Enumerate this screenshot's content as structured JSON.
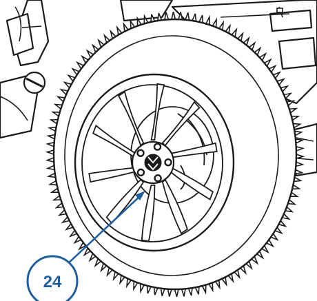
{
  "callout": {
    "number": "24",
    "color": "#1f5f9f"
  },
  "drawing": {
    "stroke_color": "#1a1a1a",
    "fill_color": "#ffffff",
    "spoke_count": 10,
    "hub_bolt_count": 5
  }
}
